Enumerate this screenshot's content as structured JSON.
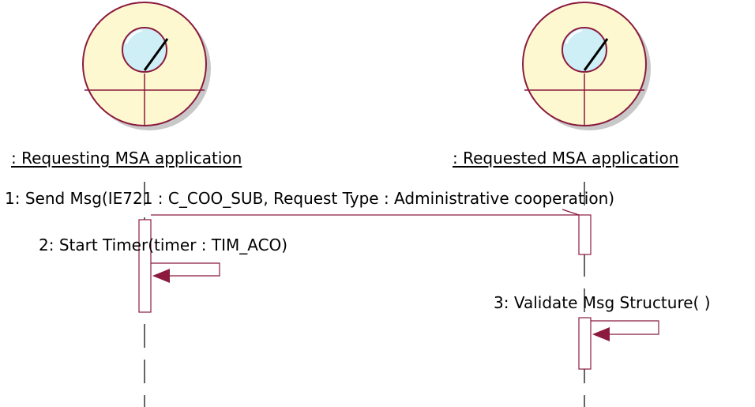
{
  "participants": [
    {
      "name": ": Requesting MSA application",
      "stereotype": "control-icon"
    },
    {
      "name": ": Requested MSA application",
      "stereotype": "control-icon"
    }
  ],
  "messages": [
    {
      "text": "1: Send Msg(IE721 : C_COO_SUB, Request Type : Administrative cooperation)",
      "from": 0,
      "to": 1
    },
    {
      "text": "2: Start Timer(timer : TIM_ACO)",
      "from": 0,
      "to": 0
    },
    {
      "text": "3: Validate Msg Structure( )",
      "from": 1,
      "to": 1
    }
  ],
  "colors": {
    "icon_fill": "#fdf8cf",
    "icon_border": "#8b1a3e",
    "icon_shadow": "#c8c8c8",
    "lens_fill": "#cfeff7",
    "arrow": "#8b1a3e",
    "line": "#8b1a3e"
  }
}
